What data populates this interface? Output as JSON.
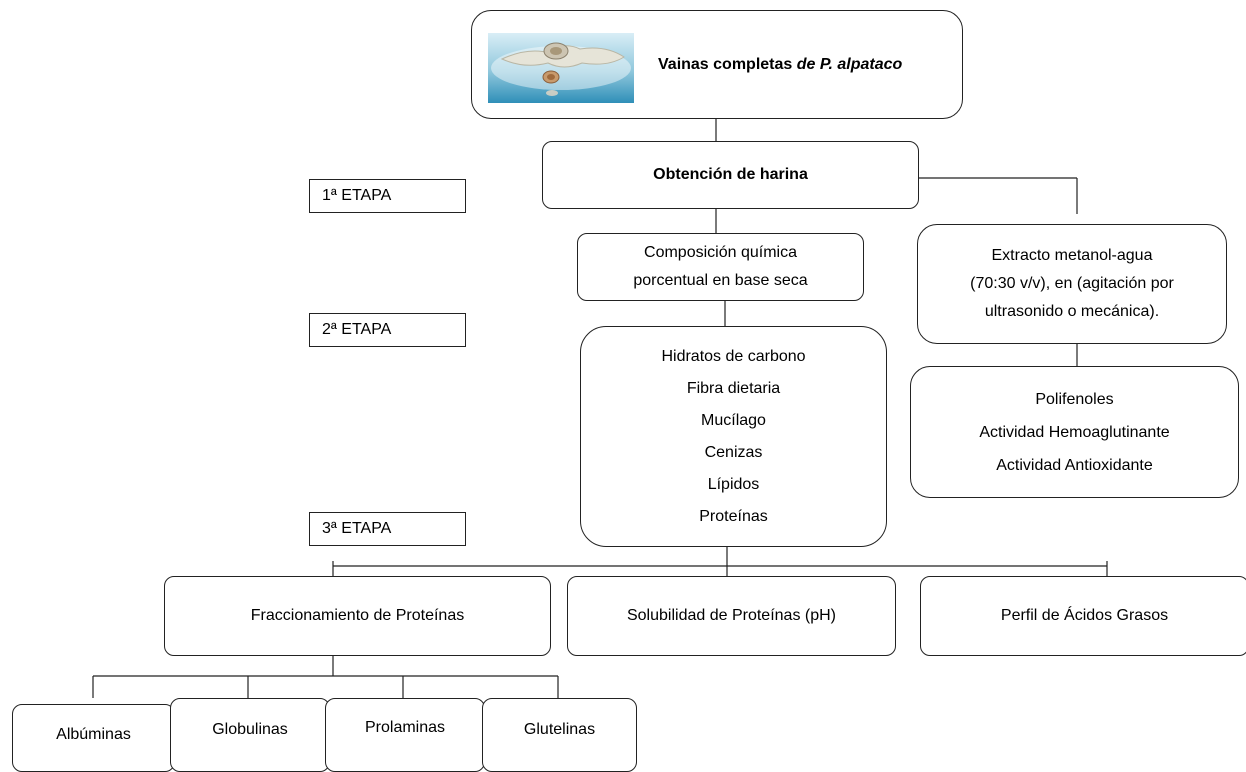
{
  "title_box": {
    "text_plain": "Vainas completas ",
    "text_italic": "de P. alpataco"
  },
  "stages": [
    "1ª ETAPA",
    "2ª ETAPA",
    "3ª ETAPA"
  ],
  "flour": "Obtención de harina",
  "composition": [
    "Composición química",
    "porcentual en base seca"
  ],
  "extract": [
    "Extracto metanol-agua",
    "(70:30  v/v),  en (agitación por",
    "ultrasonido o mecánica)."
  ],
  "components": [
    "Hidratos de carbono",
    "Fibra dietaria",
    "Mucílago",
    "Cenizas",
    "Lípidos",
    "Proteínas"
  ],
  "activities": [
    "Polifenoles",
    "Actividad Hemoaglutinante",
    "Actividad Antioxidante"
  ],
  "analyses": [
    "Fraccionamiento de Proteínas",
    "Solubilidad de Proteínas (pH)",
    "Perfil de Ácidos Grasos"
  ],
  "fractions": [
    "Albúminas",
    "Globulinas",
    "Prolaminas",
    "Glutelinas"
  ]
}
